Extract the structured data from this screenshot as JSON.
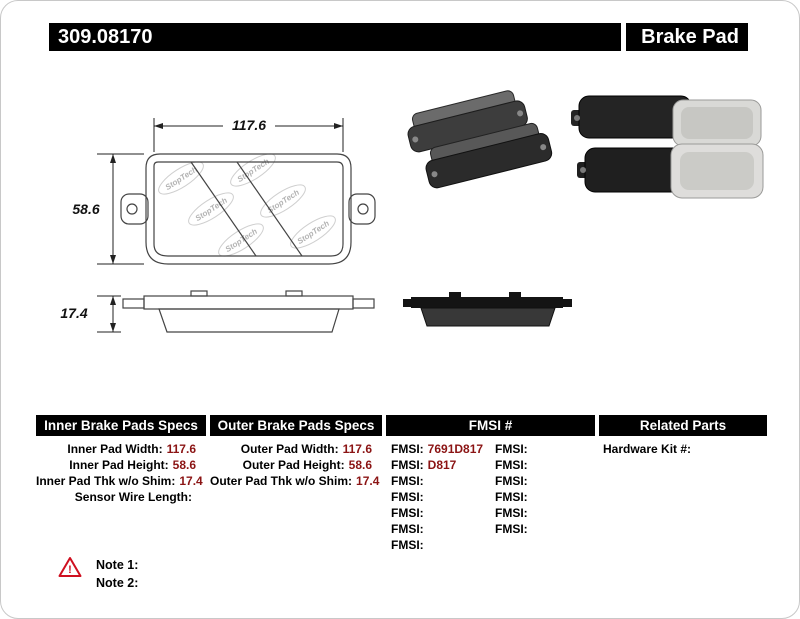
{
  "header": {
    "part_number": "309.08170",
    "title": "Brake Pad"
  },
  "drawing": {
    "watermark": "StopTech",
    "dims": {
      "width": "117.6",
      "height": "58.6",
      "thickness": "17.4"
    }
  },
  "specs": {
    "inner": {
      "title": "Inner Brake Pads Specs",
      "rows": [
        {
          "label": "Inner Pad Width:",
          "value": "117.6"
        },
        {
          "label": "Inner Pad Height:",
          "value": "58.6"
        },
        {
          "label": "Inner Pad Thk w/o Shim:",
          "value": "17.4"
        },
        {
          "label": "Sensor Wire Length:",
          "value": ""
        }
      ]
    },
    "outer": {
      "title": "Outer Brake Pads Specs",
      "rows": [
        {
          "label": "Outer Pad Width:",
          "value": "117.6"
        },
        {
          "label": "Outer Pad Height:",
          "value": "58.6"
        },
        {
          "label": "Outer Pad Thk w/o Shim:",
          "value": "17.4"
        }
      ]
    },
    "fmsi": {
      "title": "FMSI #",
      "left": [
        {
          "label": "FMSI:",
          "value": "7691D817"
        },
        {
          "label": "FMSI:",
          "value": "D817"
        },
        {
          "label": "FMSI:",
          "value": ""
        },
        {
          "label": "FMSI:",
          "value": ""
        },
        {
          "label": "FMSI:",
          "value": ""
        },
        {
          "label": "FMSI:",
          "value": ""
        },
        {
          "label": "FMSI:",
          "value": ""
        }
      ],
      "right": [
        {
          "label": "FMSI:",
          "value": ""
        },
        {
          "label": "FMSI:",
          "value": ""
        },
        {
          "label": "FMSI:",
          "value": ""
        },
        {
          "label": "FMSI:",
          "value": ""
        },
        {
          "label": "FMSI:",
          "value": ""
        },
        {
          "label": "FMSI:",
          "value": ""
        }
      ]
    },
    "related": {
      "title": "Related Parts",
      "rows": [
        {
          "label": "Hardware Kit #:",
          "value": ""
        }
      ]
    }
  },
  "notes": {
    "warning_glyph": "!",
    "items": [
      "Note 1:",
      "Note 2:"
    ]
  }
}
